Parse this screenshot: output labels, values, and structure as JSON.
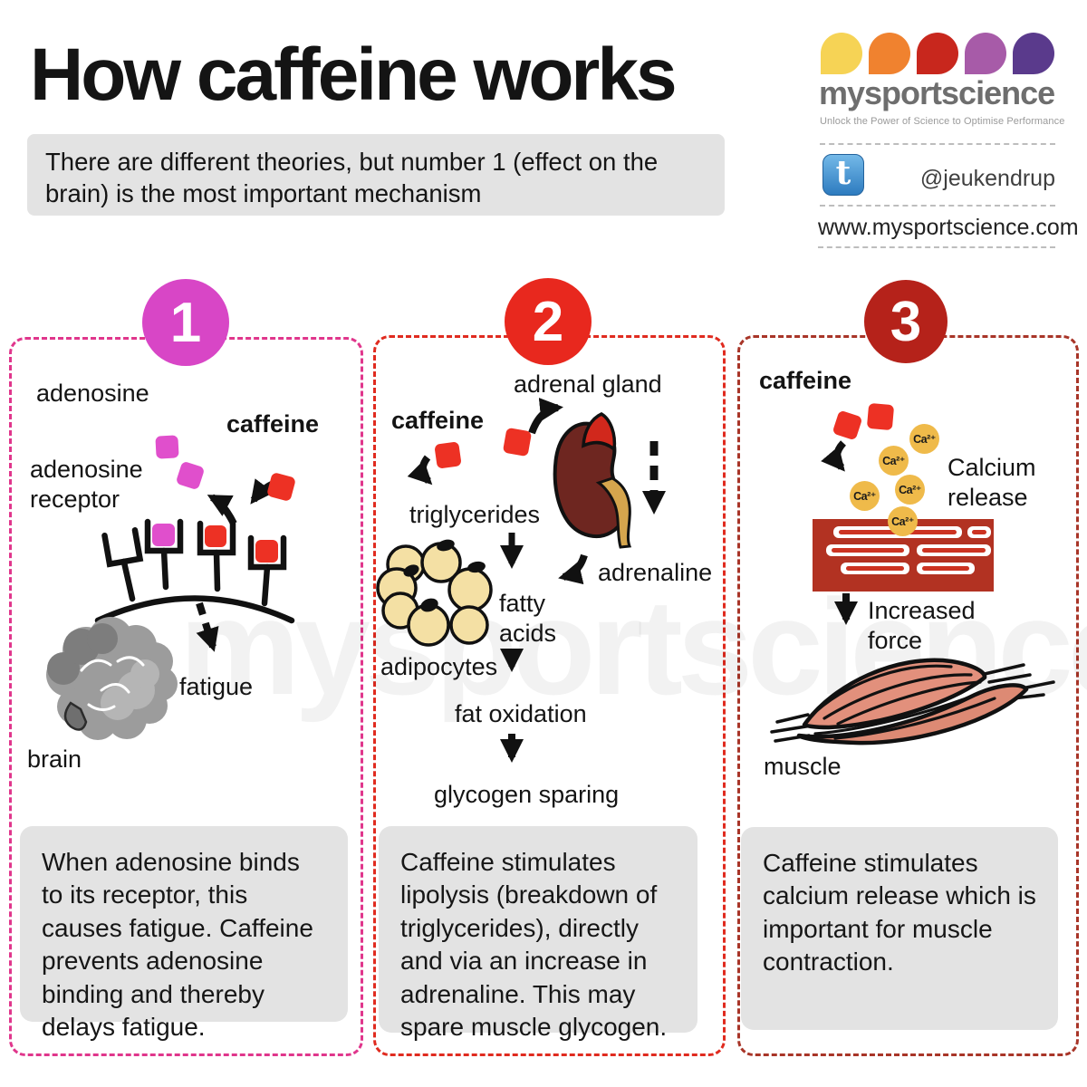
{
  "header": {
    "title": "How caffeine works",
    "subtitle": "There are different theories, but number 1 (effect on the brain) is the most important mechanism"
  },
  "brand": {
    "name": "mysportscience",
    "tagline": "Unlock the Power of Science to Optimise Performance",
    "twitter_handle": "@jeukendrup",
    "twitter_icon_glyph": "t",
    "website": "www.mysportscience.com",
    "petal_colors": [
      "#F6D355",
      "#F0822F",
      "#C8271D",
      "#A75BA8",
      "#5A3A8C"
    ]
  },
  "watermark": "mysportscience",
  "colors": {
    "caffeine_square": "#ED3124",
    "adenosine_square": "#E04FCC",
    "calcium_circle": "#EFBA4A",
    "caption_bg": "#E3E3E3"
  },
  "panels": [
    {
      "number": "1",
      "badge_color": "#D846C6",
      "border_color": "#E0368C",
      "labels": {
        "adenosine": "adenosine",
        "caffeine": "caffeine",
        "adenosine_receptor": "adenosine receptor",
        "fatigue": "fatigue",
        "brain": "brain"
      },
      "caption": "When adenosine binds to its receptor, this causes fatigue. Caffeine prevents adenosine binding and thereby delays fatigue."
    },
    {
      "number": "2",
      "badge_color": "#E8281E",
      "border_color": "#E02B1F",
      "labels": {
        "adrenal_gland": "adrenal gland",
        "caffeine": "caffeine",
        "triglycerides": "triglycerides",
        "fatty_acids": "fatty acids",
        "adrenaline": "adrenaline",
        "adipocytes": "adipocytes",
        "fat_oxidation": "fat oxidation",
        "glycogen_sparing": "glycogen sparing"
      },
      "caption": "Caffeine stimulates lipolysis (breakdown of triglycerides), directly and via an increase in adrenaline. This may spare muscle glycogen."
    },
    {
      "number": "3",
      "badge_color": "#B5221A",
      "border_color": "#A83528",
      "labels": {
        "caffeine": "caffeine",
        "calcium_release": "Calcium release",
        "calcium_ion": "Ca²⁺",
        "increased_force": "Increased force",
        "muscle": "muscle"
      },
      "caption": "Caffeine stimulates calcium release which is important for muscle contraction."
    }
  ]
}
